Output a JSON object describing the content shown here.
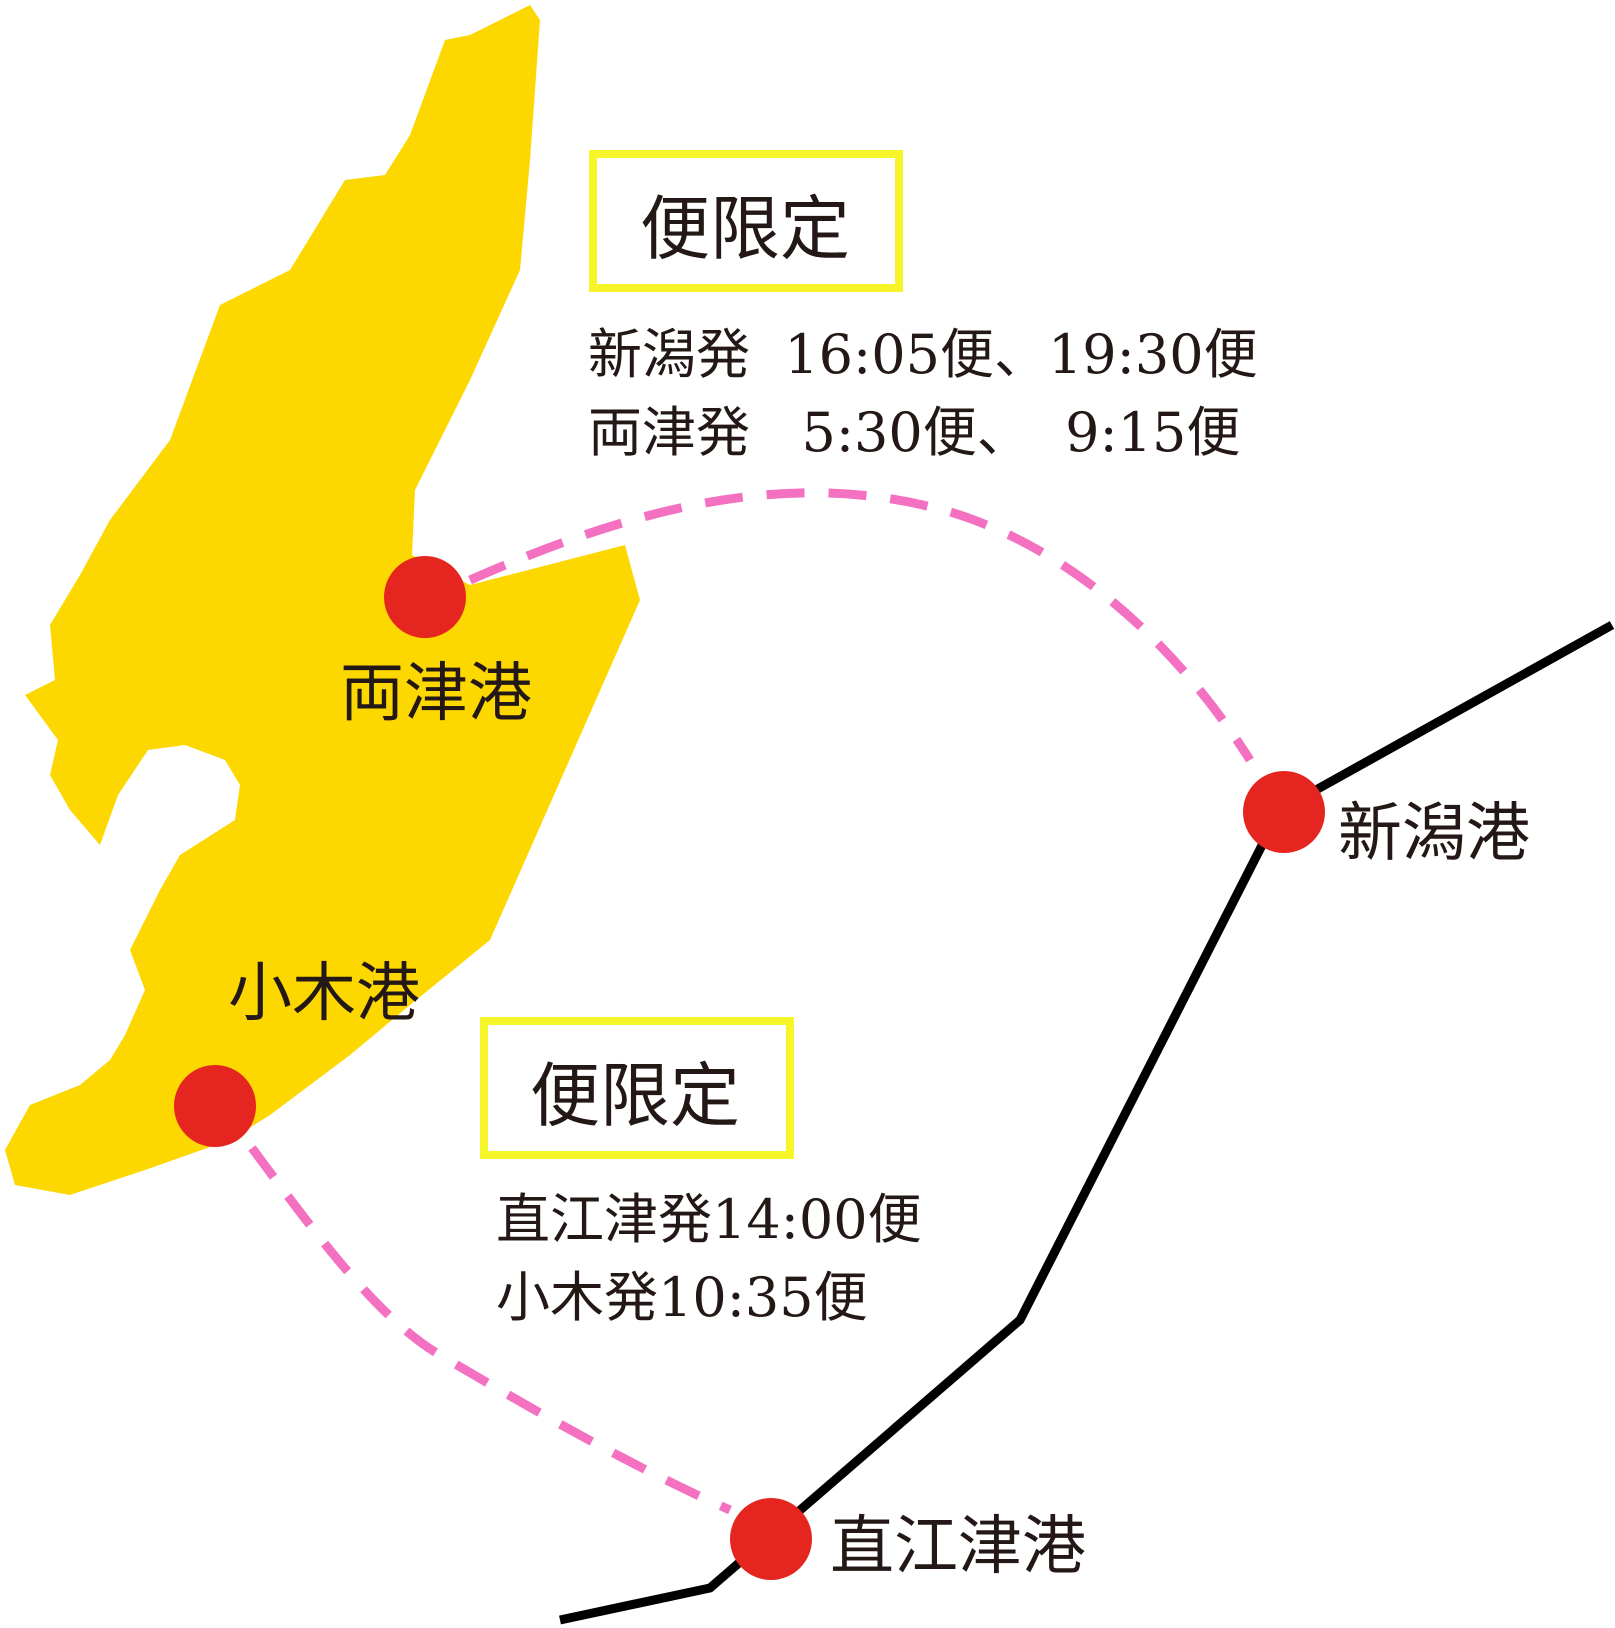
{
  "map": {
    "colors": {
      "island": "#fcd700",
      "port_dot": "#e52620",
      "ferry_route": "#f470c0",
      "coastline": "#000000",
      "badge_border": "#f6f52a",
      "text": "#231815"
    },
    "ports": {
      "ryotsu": {
        "label": "両津港"
      },
      "ogi": {
        "label": "小木港"
      },
      "niigata": {
        "label": "新潟港"
      },
      "naoetsu": {
        "label": "直江津港"
      }
    },
    "notices": [
      {
        "badge": "便限定",
        "lines": [
          "新潟発  16:05便、19:30便",
          "両津発   5:30便、  9:15便"
        ]
      },
      {
        "badge": "便限定",
        "lines": [
          "直江津発14:00便",
          "小木発10:35便"
        ]
      }
    ]
  }
}
